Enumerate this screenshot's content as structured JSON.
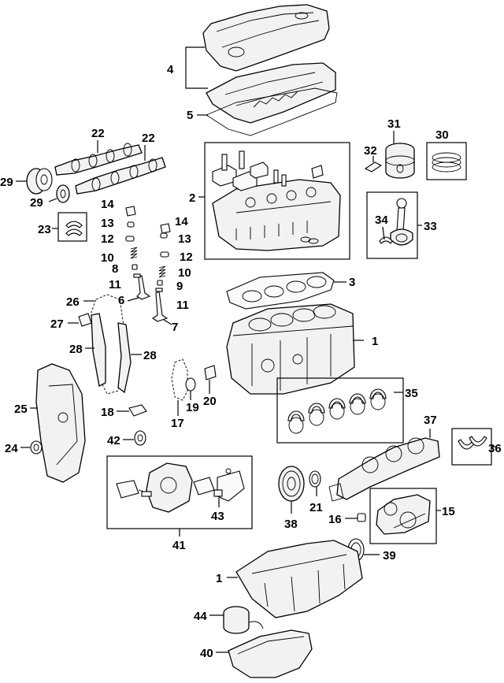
{
  "callouts": {
    "c1a": "1",
    "c1b": "1",
    "c2": "2",
    "c3": "3",
    "c4": "4",
    "c5": "5",
    "c6": "6",
    "c7": "7",
    "c8": "8",
    "c9": "9",
    "c10a": "10",
    "c10b": "10",
    "c11a": "11",
    "c11b": "11",
    "c12a": "12",
    "c12b": "12",
    "c13a": "13",
    "c13b": "13",
    "c14a": "14",
    "c14b": "14",
    "c15": "15",
    "c16": "16",
    "c17": "17",
    "c18": "18",
    "c19": "19",
    "c20": "20",
    "c21": "21",
    "c22a": "22",
    "c22b": "22",
    "c23": "23",
    "c24": "24",
    "c25": "25",
    "c26": "26",
    "c27": "27",
    "c28a": "28",
    "c28b": "28",
    "c29a": "29",
    "c29b": "29",
    "c30": "30",
    "c31": "31",
    "c32": "32",
    "c33": "33",
    "c34": "34",
    "c35": "35",
    "c36": "36",
    "c37": "37",
    "c38": "38",
    "c39": "39",
    "c40": "40",
    "c41": "41",
    "c42": "42",
    "c43": "43",
    "c44": "44"
  }
}
